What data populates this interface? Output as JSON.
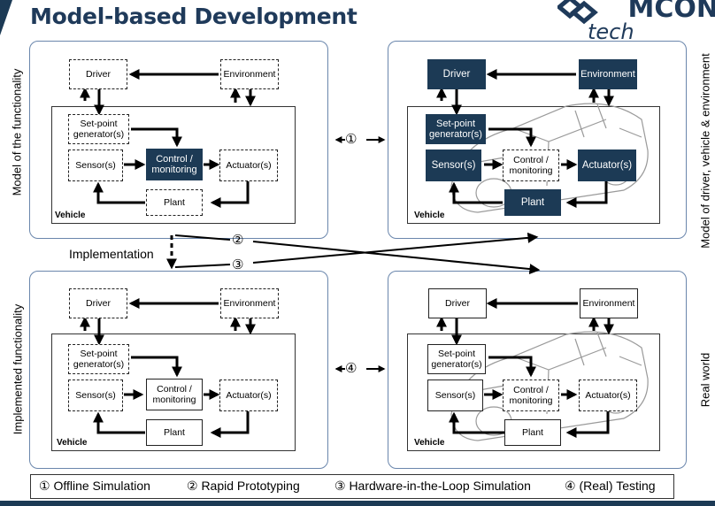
{
  "title": "Model-based Development",
  "logo": {
    "text": "MCON",
    "sub": "tech"
  },
  "side_labels": {
    "left_top": "Model of the functionality",
    "left_bottom": "Implemented functionality",
    "right_top": "Model of driver, vehicle & environment",
    "right_bottom": "Real world"
  },
  "center": {
    "implementation": "Implementation",
    "num1": "①",
    "num2": "②",
    "num3": "③",
    "num4": "④"
  },
  "quadrants": {
    "tl": {
      "driver": "Driver",
      "environment": "Environment",
      "setpoint": "Set-point generator(s)",
      "sensor": "Sensor(s)",
      "control": "Control / monitoring",
      "actuator": "Actuator(s)",
      "plant": "Plant",
      "vehicle": "Vehicle"
    },
    "tr": {
      "driver": "Driver",
      "environment": "Environment",
      "setpoint": "Set-point generator(s)",
      "sensor": "Sensor(s)",
      "control": "Control / monitoring",
      "actuator": "Actuator(s)",
      "plant": "Plant",
      "vehicle": "Vehicle"
    },
    "bl": {
      "driver": "Driver",
      "environment": "Environment",
      "setpoint": "Set-point generator(s)",
      "sensor": "Sensor(s)",
      "control": "Control / monitoring",
      "actuator": "Actuator(s)",
      "plant": "Plant",
      "vehicle": "Vehicle"
    },
    "br": {
      "driver": "Driver",
      "environment": "Environment",
      "setpoint": "Set-point generator(s)",
      "sensor": "Sensor(s)",
      "control": "Control / monitoring",
      "actuator": "Actuator(s)",
      "plant": "Plant",
      "vehicle": "Vehicle"
    }
  },
  "legend": {
    "item1": "① Offline Simulation",
    "item2": "② Rapid Prototyping",
    "item3": "③ Hardware-in-the-Loop Simulation",
    "item4": "④ (Real) Testing"
  },
  "colors": {
    "dark_block": "#1c3a55",
    "frame": "#6a86ac",
    "title": "#1f3a5a"
  },
  "icons": [
    "logo-icon",
    "car-illustration"
  ]
}
